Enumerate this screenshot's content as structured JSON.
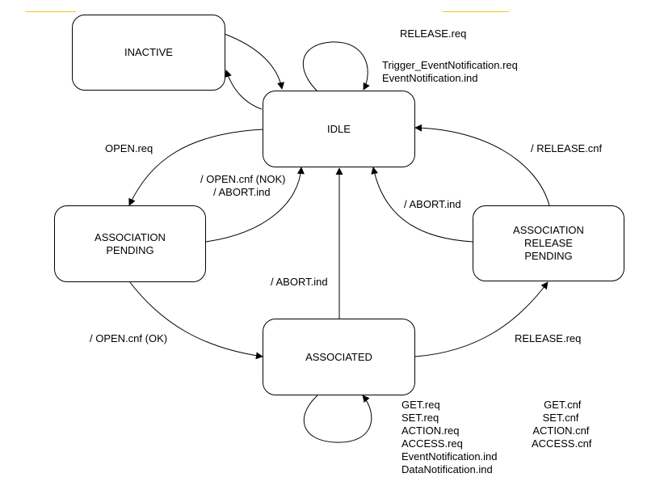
{
  "colors": {
    "accent_line": "#f5c518",
    "stroke": "#000000",
    "background": "#ffffff"
  },
  "states": {
    "inactive": "INACTIVE",
    "idle": "IDLE",
    "association_pending": [
      "ASSOCIATION",
      "PENDING"
    ],
    "association_release_pending": [
      "ASSOCIATION",
      "RELEASE",
      "PENDING"
    ],
    "associated": "ASSOCIATED"
  },
  "transitions": {
    "idle_self": [
      "RELEASE.req",
      "Trigger_EventNotification.req",
      "EventNotification.ind"
    ],
    "open_req": "OPEN.req",
    "open_cnf_nok": [
      "/ OPEN.cnf (NOK)",
      "/ ABORT.ind"
    ],
    "release_cnf": "/ RELEASE.cnf",
    "abort_from_release_pending": "/ ABORT.ind",
    "abort_from_associated": "/ ABORT.ind",
    "open_cnf_ok": "/ OPEN.cnf (OK)",
    "release_req": "RELEASE.req",
    "associated_self_requests": [
      "GET.req",
      "SET.req",
      "ACTION.req",
      "ACCESS.req",
      "EventNotification.ind",
      "DataNotification.ind"
    ],
    "associated_self_confirms": [
      "GET.cnf",
      "SET.cnf",
      "ACTION.cnf",
      "ACCESS.cnf"
    ]
  }
}
